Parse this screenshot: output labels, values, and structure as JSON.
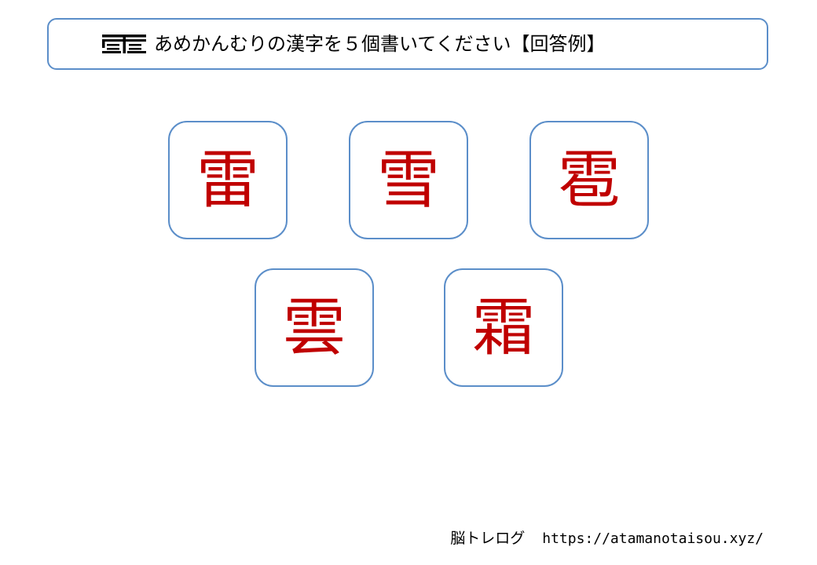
{
  "header": {
    "radical_icon": "amekanmuri-radical-icon",
    "title": "あめかんむりの漢字を５個書いてください【回答例】"
  },
  "answers": [
    {
      "kanji": "雷"
    },
    {
      "kanji": "雪"
    },
    {
      "kanji": "雹"
    },
    {
      "kanji": "雲"
    },
    {
      "kanji": "霜"
    }
  ],
  "footer": {
    "site_name": "脳トレログ",
    "url": "https://atamanotaisou.xyz/"
  },
  "colors": {
    "border": "#5b8ec9",
    "kanji": "#c00000",
    "text": "#000000"
  }
}
